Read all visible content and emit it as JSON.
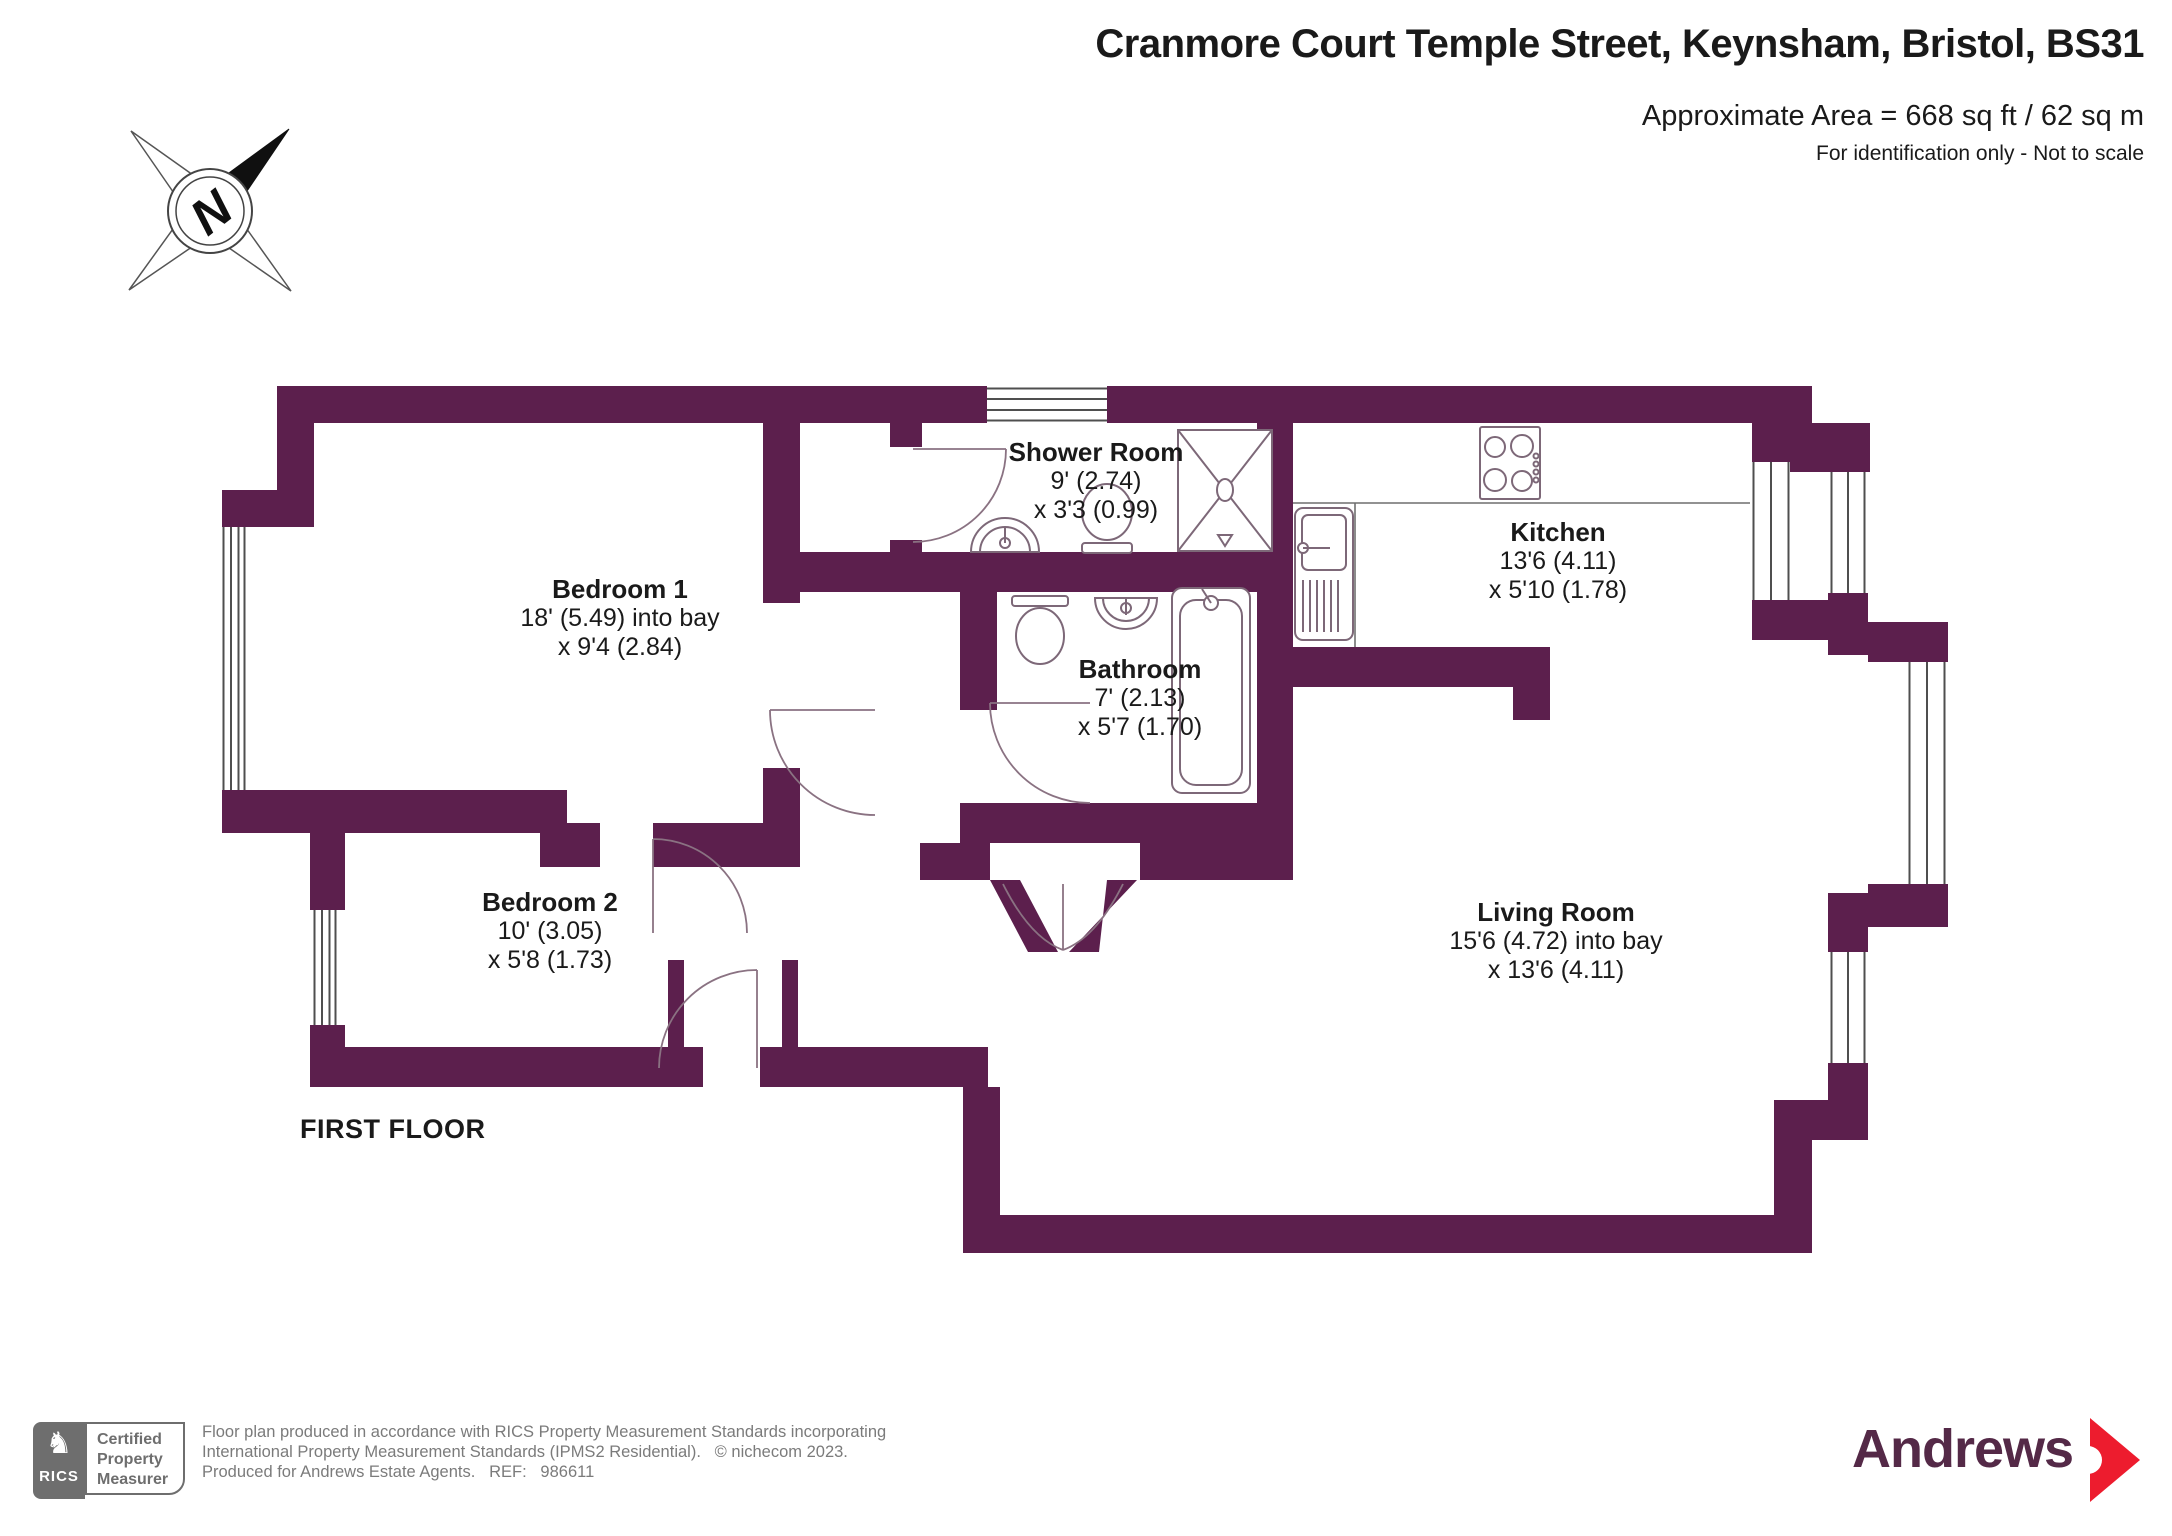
{
  "header": {
    "title": "Cranmore Court Temple Street, Keynsham, Bristol, BS31",
    "area_line": "Approximate Area = 668 sq ft / 62 sq m",
    "note_line": "For identification only - Not to scale"
  },
  "compass": {
    "letter": "N"
  },
  "floor_label": "FIRST FLOOR",
  "rooms": [
    {
      "name": "Bedroom 1",
      "dims1": "18' (5.49) into bay",
      "dims2": "x 9'4 (2.84)"
    },
    {
      "name": "Bedroom 2",
      "dims1": "10' (3.05)",
      "dims2": "x 5'8 (1.73)"
    },
    {
      "name": "Shower Room",
      "dims1": "9' (2.74)",
      "dims2": "x 3'3 (0.99)"
    },
    {
      "name": "Bathroom",
      "dims1": "7' (2.13)",
      "dims2": "x 5'7 (1.70)"
    },
    {
      "name": "Kitchen",
      "dims1": "13'6 (4.11)",
      "dims2": "x 5'10 (1.78)"
    },
    {
      "name": "Living Room",
      "dims1": "15'6 (4.72) into bay",
      "dims2": "x 13'6 (4.11)"
    }
  ],
  "footer": {
    "rics_label": "RICS",
    "badge_lines": [
      "Certified",
      "Property",
      "Measurer"
    ],
    "legal_lines": [
      "Floor plan produced in accordance with RICS Property Measurement Standards incorporating",
      "International Property Measurement Standards (IPMS2 Residential).   © nichecom 2023.",
      "Produced for Andrews Estate Agents.   REF:   986611"
    ],
    "brand": "Andrews"
  },
  "colors": {
    "wall": "#5C1F4D",
    "fixture": "#7d6878",
    "brand_purple": "#542947",
    "brand_red": "#ED1C2E",
    "rics_gray": "#6E6E6E"
  }
}
